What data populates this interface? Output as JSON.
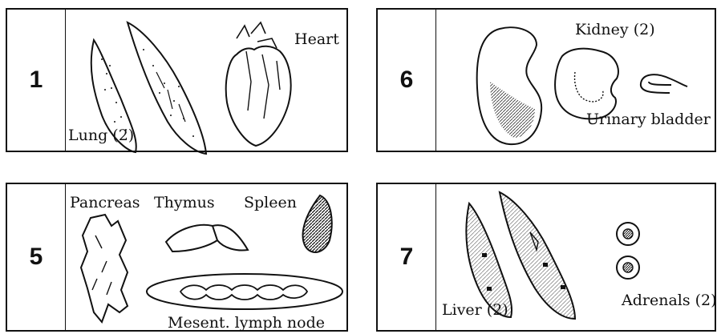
{
  "panels": [
    {
      "number": "1",
      "labels": {
        "heart": "Heart",
        "lung": "Lung (2)"
      }
    },
    {
      "number": "6",
      "labels": {
        "kidney": "Kidney (2)",
        "urinary_bladder": "Urinary bladder"
      }
    },
    {
      "number": "5",
      "labels": {
        "pancreas": "Pancreas",
        "thymus": "Thymus",
        "spleen": "Spleen",
        "mesent_lymph_node": "Mesent. lymph node"
      }
    },
    {
      "number": "7",
      "labels": {
        "liver": "Liver (2)",
        "adrenals": "Adrenals (2)"
      }
    }
  ]
}
